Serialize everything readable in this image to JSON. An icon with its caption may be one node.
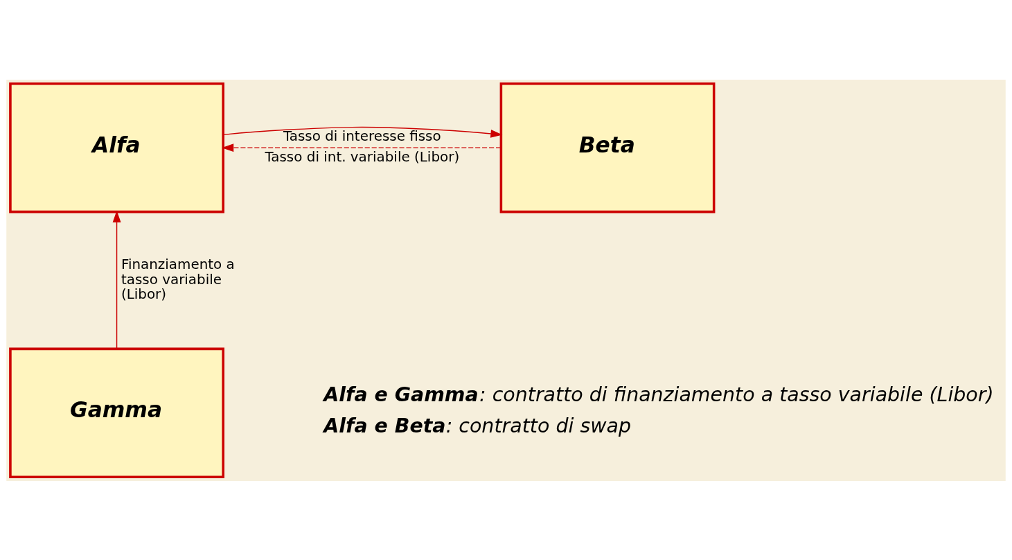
{
  "diagram": {
    "nodes": [
      {
        "text": [
          "Alfa"
        ]
      },
      {
        "text": [
          "Beta"
        ]
      },
      {
        "text": [
          "Gamma"
        ]
      }
    ],
    "edges": [
      {
        "from": 0,
        "to": 1,
        "arrow": "to",
        "label": "Tasso di interesse fisso"
      },
      {
        "from": 1,
        "to": 0,
        "arrow": "to",
        "label": "Tasso di int. variabile (Libor)",
        "style": "dashed"
      },
      {
        "from": 2,
        "to": 0,
        "arrow": "to",
        "label": "Finanziamento a tasso variabile (Libor)"
      }
    ],
    "labels": [
      "**Alfa e Gamma**: contratto di finanziamento a tasso variabile (Libor)",
      "**Alfa e Beta**: contratto di swap"
    ]
  }
}
